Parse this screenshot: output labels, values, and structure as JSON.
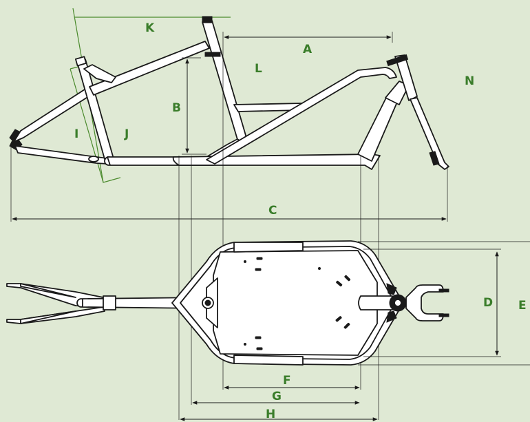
{
  "labels": {
    "A": "A",
    "B": "B",
    "C": "C",
    "D": "D",
    "E": "E",
    "F": "F",
    "G": "G",
    "H": "H",
    "I": "I",
    "J": "J",
    "K": "K",
    "L": "L",
    "N": "N"
  },
  "colors": {
    "background": "#dfe9d4",
    "label": "#3a7d2a",
    "construction_line": "#4a8a2c",
    "outline": "#1a1a1a",
    "tube_fill": "#ffffff"
  }
}
